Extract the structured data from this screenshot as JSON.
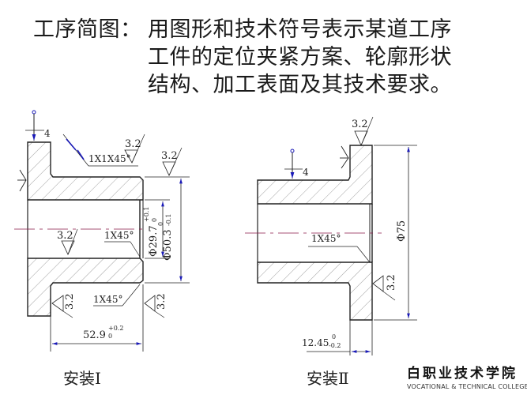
{
  "heading": {
    "label": "工序简图：",
    "lines": [
      "用图形和技术符号表示某道工序",
      "工件的定位夹紧方案、轮廓形状",
      "结构、加工表面及其技术要求。"
    ]
  },
  "drawing_left": {
    "caption": "安装Ⅰ",
    "locating_symbol": "4",
    "chamfer_top": "1X1X45°",
    "chamfer_inner": "1X45°",
    "chamfer_outer": "1X45°",
    "roughness": [
      "3.2",
      "3.2",
      "3.2",
      "3.2",
      "3.2"
    ],
    "dim_bore": "Φ29.7",
    "dim_bore_tol_upper": "+0.1",
    "dim_bore_tol_lower": "0",
    "dim_outer": "Φ50.3",
    "dim_outer_tol_upper": "0",
    "dim_outer_tol_lower": "-0.1",
    "dim_length": "52.9",
    "dim_length_tol_upper": "+0.2",
    "dim_length_tol_lower": "0"
  },
  "drawing_right": {
    "caption": "安装Ⅱ",
    "locating_symbol": "4",
    "chamfer": "1X45°",
    "roughness": [
      "3.2",
      "3.2"
    ],
    "dim_flange": "Φ75",
    "dim_thickness": "12.45",
    "dim_thickness_tol_upper": "0",
    "dim_thickness_tol_lower": "-0.2"
  },
  "logo": {
    "chinese": "白职业技术学院",
    "english": "VOCATIONAL & TECHNICAL COLLEGE"
  },
  "colors": {
    "line": "#222222",
    "arrow": "#1a1ab8",
    "centerline": "#8a1a4a",
    "hatch": "#777777"
  }
}
